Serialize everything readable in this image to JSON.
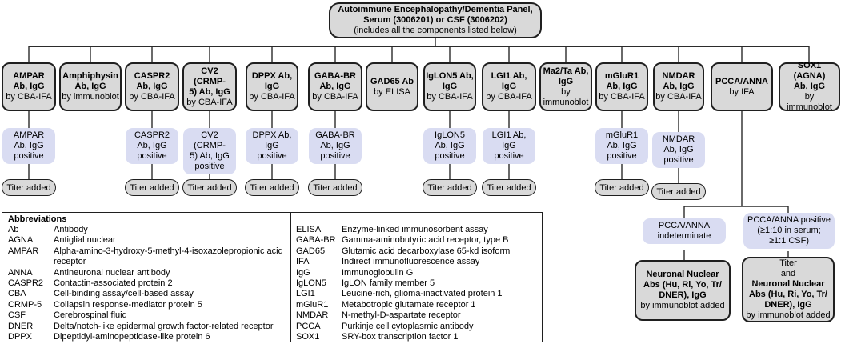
{
  "header": {
    "title": "Autoimmune Encephalopathy/Dementia Panel,\nSerum (3006201) or CSF (3006202)",
    "subtitle": "(includes all the components listed below)"
  },
  "columns": [
    {
      "name": "AMPAR\nAb, IgG",
      "method": "by CBA-IFA",
      "positive": "AMPAR\nAb, IgG\npositive",
      "titer": "Titer added"
    },
    {
      "name": "Amphiphysin\nAb, IgG",
      "method": "by immunoblot"
    },
    {
      "name": "CASPR2\nAb, IgG",
      "method": "by CBA-IFA",
      "positive": "CASPR2\nAb, IgG\npositive",
      "titer": "Titer added"
    },
    {
      "name": "CV2 (CRMP-\n5) Ab, IgG",
      "method": "by CBA-IFA",
      "positive": "CV2 (CRMP-\n5) Ab, IgG\npositive",
      "titer": "Titer added"
    },
    {
      "name": "DPPX Ab,\nIgG",
      "method": "by CBA-IFA",
      "positive": "DPPX Ab,\nIgG\npositive",
      "titer": "Titer added"
    },
    {
      "name": "GABA-BR\nAb, IgG",
      "method": "by CBA-IFA",
      "positive": "GABA-BR\nAb, IgG\npositive",
      "titer": "Titer added"
    },
    {
      "name": "GAD65 Ab",
      "method": "by ELISA"
    },
    {
      "name": "IgLON5 Ab,\nIgG",
      "method": "by CBA-IFA",
      "positive": "IgLON5\nAb, IgG\npositive",
      "titer": "Titer added"
    },
    {
      "name": "LGI1 Ab,\nIgG",
      "method": "by CBA-IFA",
      "positive": "LGI1 Ab,\nIgG\npositive",
      "titer": "Titer added"
    },
    {
      "name": "Ma2/Ta Ab,\nIgG",
      "method": "by\nimmunoblot"
    },
    {
      "name": "mGluR1\nAb, IgG",
      "method": "by CBA-IFA",
      "positive": "mGluR1\nAb, IgG\npositive",
      "titer": "Titer added"
    },
    {
      "name": "NMDAR\nAb, IgG",
      "method": "by CBA-IFA",
      "positive": "NMDAR\nAb, IgG\npositive",
      "titer": "Titer added"
    },
    {
      "name": "PCCA/ANNA",
      "method": "by IFA"
    },
    {
      "name": "SOX1 (AGNA)\nAb, IgG",
      "method": "by immunoblot"
    }
  ],
  "branch": {
    "indeterminate": {
      "label": "PCCA/ANNA\nindeterminate",
      "result_bold": "Neuronal Nuclear\nAbs (Hu, Ri, Yo, Tr/\nDNER), IgG",
      "result_note": "by immunoblot added"
    },
    "positive": {
      "label": "PCCA/ANNA positive\n(≥1:10 in serum;\n≥1:1 CSF)",
      "result_pre": "Titer\nand",
      "result_bold": "Neuronal Nuclear\nAbs (Hu, Ri, Yo, Tr/\nDNER), IgG",
      "result_note": "by immunoblot added"
    }
  },
  "abbreviations": {
    "title": "Abbreviations",
    "left": [
      {
        "term": "Ab",
        "def": "Antibody"
      },
      {
        "term": "AGNA",
        "def": "Antiglial nuclear"
      },
      {
        "term": "AMPAR",
        "def": "Alpha-amino-3-hydroxy-5-methyl-4-isoxazolepropionic acid receptor"
      },
      {
        "term": "ANNA",
        "def": "Antineuronal nuclear antibody"
      },
      {
        "term": "CASPR2",
        "def": "Contactin-associated protein 2"
      },
      {
        "term": "CBA",
        "def": "Cell-binding assay/cell-based assay"
      },
      {
        "term": "CRMP-5",
        "def": "Collapsin response-mediator protein 5"
      },
      {
        "term": "CSF",
        "def": "Cerebrospinal fluid"
      },
      {
        "term": "DNER",
        "def": "Delta/notch-like epidermal growth factor-related receptor"
      },
      {
        "term": "DPPX",
        "def": "Dipeptidyl-aminopeptidase-like protein 6"
      }
    ],
    "right": [
      {
        "term": "ELISA",
        "def": "Enzyme-linked immunosorbent assay"
      },
      {
        "term": "GABA-BR",
        "def": "Gamma-aminobutyric acid receptor, type B"
      },
      {
        "term": "GAD65",
        "def": "Glutamic acid decarboxylase 65-kd isoform"
      },
      {
        "term": "IFA",
        "def": "Indirect immunofluorescence assay"
      },
      {
        "term": "IgG",
        "def": "Immunoglobulin G"
      },
      {
        "term": "IgLON5",
        "def": "IgLON family member 5"
      },
      {
        "term": "LGI1",
        "def": "Leucine-rich, glioma-inactivated protein 1"
      },
      {
        "term": "mGluR1",
        "def": "Metabotropic glutamate receptor 1"
      },
      {
        "term": "NMDAR",
        "def": "N-methyl-D-aspartate receptor"
      },
      {
        "term": "PCCA",
        "def": "Purkinje cell cytoplasmic antibody"
      },
      {
        "term": "SOX1",
        "def": "SRY-box transcription factor 1"
      }
    ]
  },
  "colors": {
    "node_fill": "#d9d9d9",
    "result_fill": "#d9dcf2",
    "line": "#2b2b2b"
  }
}
